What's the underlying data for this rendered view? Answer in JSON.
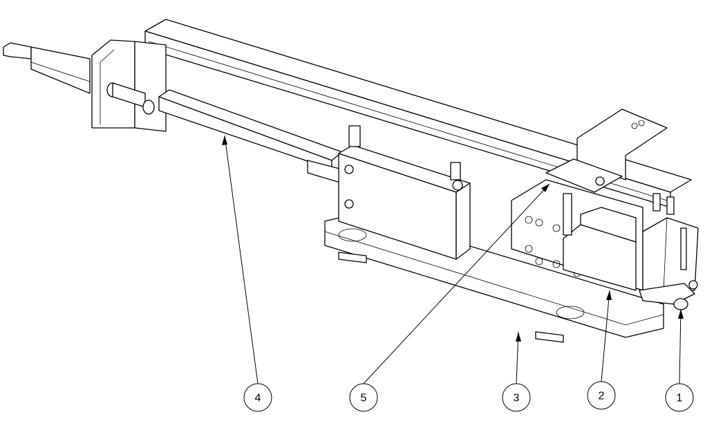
{
  "drawing": {
    "balloons": [
      {
        "label": "1"
      },
      {
        "label": "2"
      },
      {
        "label": "3"
      },
      {
        "label": "4"
      },
      {
        "label": "5"
      }
    ],
    "line_color": "#000000",
    "background": "#ffffff"
  }
}
